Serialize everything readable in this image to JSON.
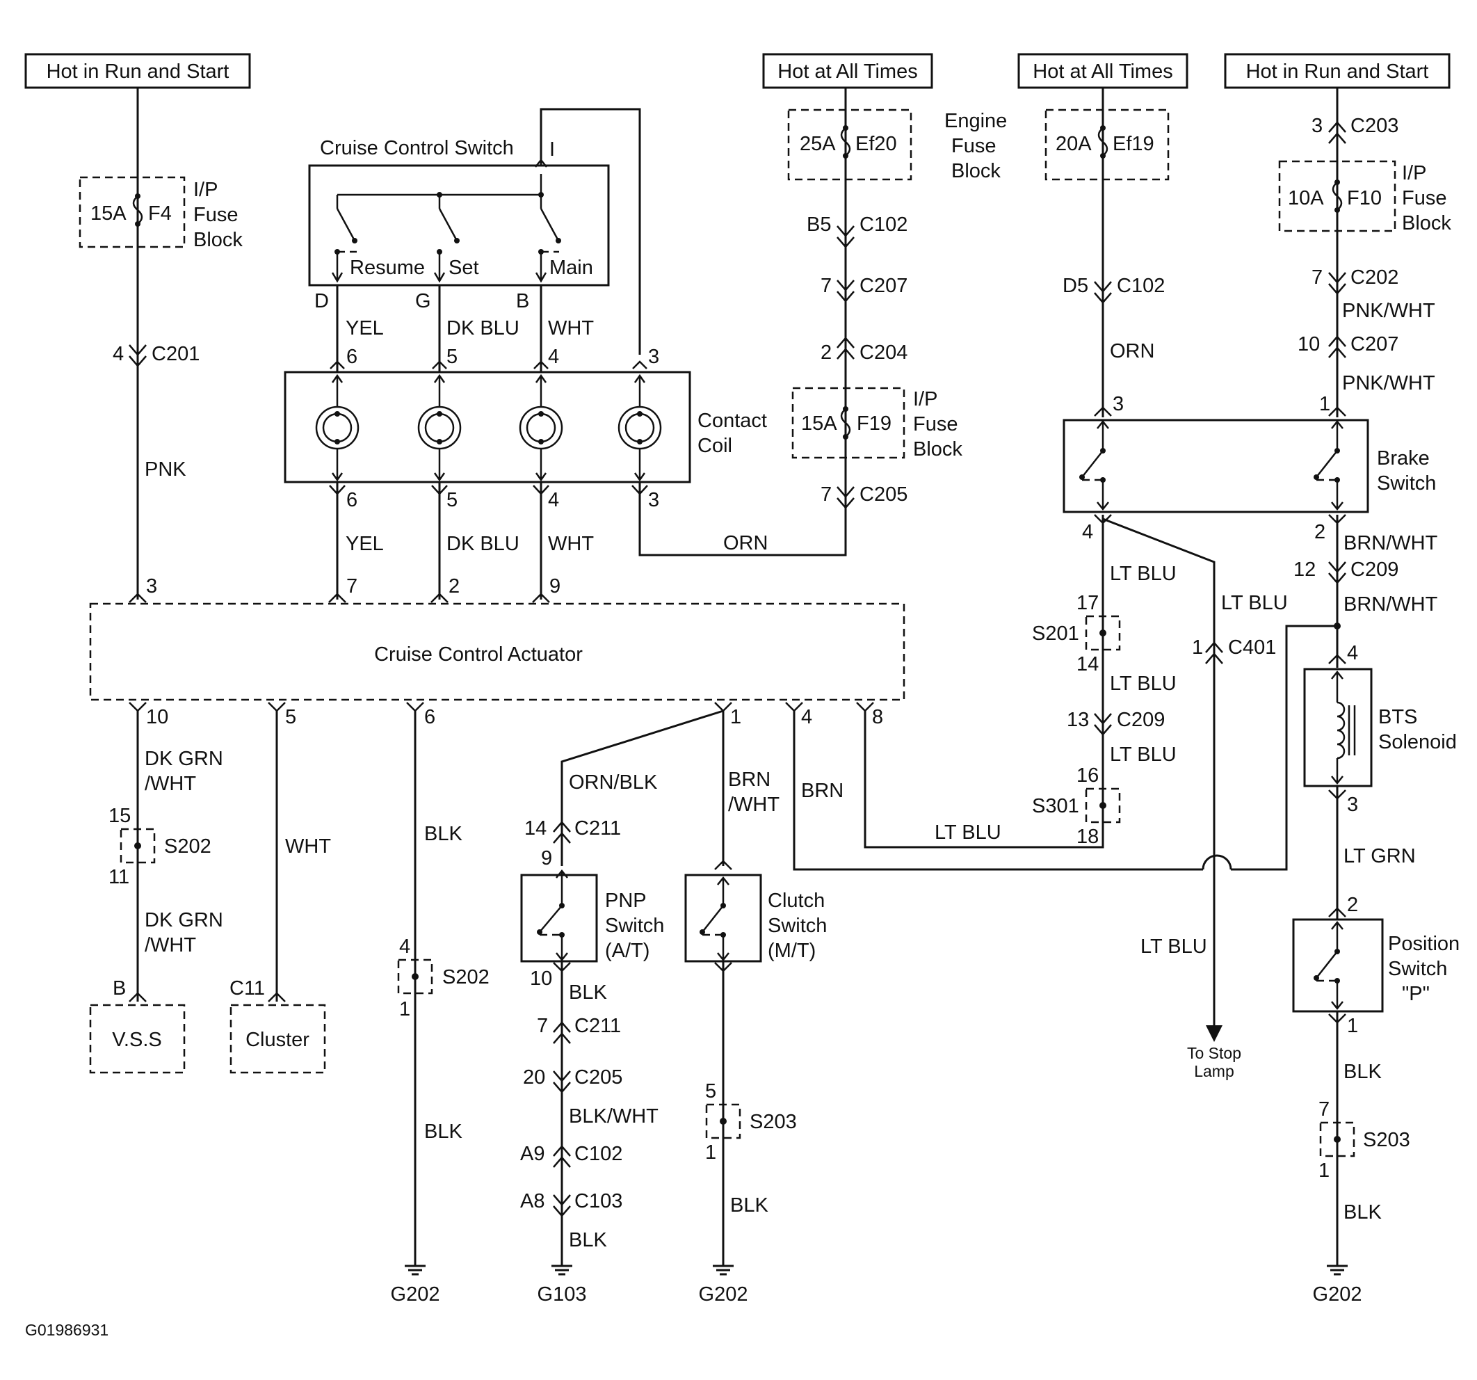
{
  "power_sources": {
    "left": "Hot in Run and Start",
    "engine": "Hot at All Times",
    "brake": "Hot at All Times",
    "right": "Hot in Run and Start"
  },
  "fuses": {
    "f4": {
      "amp": "15A",
      "id": "F4",
      "block": [
        "I/P",
        "Fuse",
        "Block"
      ]
    },
    "ef20": {
      "amp": "25A",
      "id": "Ef20",
      "block": [
        "Engine",
        "Fuse",
        "Block"
      ]
    },
    "f19": {
      "amp": "15A",
      "id": "F19",
      "block": [
        "I/P",
        "Fuse",
        "Block"
      ]
    },
    "ef19": {
      "amp": "20A",
      "id": "Ef19"
    },
    "f10": {
      "amp": "10A",
      "id": "F10",
      "block": [
        "I/P",
        "Fuse",
        "Block"
      ]
    }
  },
  "components": {
    "cruise_switch": "Cruise Control Switch",
    "switch_positions": [
      "Resume",
      "Set",
      "Main"
    ],
    "switch_pins": [
      "D",
      "G",
      "B",
      "I"
    ],
    "contact_coil": [
      "Contact",
      "Coil"
    ],
    "actuator": "Cruise Control Actuator",
    "vss": "V.S.S",
    "cluster": "Cluster",
    "pnp_switch": [
      "PNP",
      "Switch",
      "(A/T)"
    ],
    "clutch_switch": [
      "Clutch",
      "Switch",
      "(M/T)"
    ],
    "brake_switch": [
      "Brake",
      "Switch"
    ],
    "bts_solenoid": [
      "BTS",
      "Solenoid"
    ],
    "position_switch": [
      "Position",
      "Switch",
      "\"P\""
    ],
    "stop_lamp": [
      "To Stop",
      "Lamp"
    ]
  },
  "connectors": {
    "c201": "C201",
    "c102_ef": "C102",
    "c207_ef": "C207",
    "c204": "C204",
    "c205_f19": "C205",
    "c102_ef19": "C102",
    "c203": "C203",
    "c202_top": "C202",
    "c207_r": "C207",
    "c209_r": "C209",
    "c401": "C401",
    "c209_m": "C209",
    "c211_top": "C211",
    "c211_bot": "C211",
    "c205_bot": "C205",
    "c102_bot": "C102",
    "c103": "C103"
  },
  "splices": {
    "s202_a": "S202",
    "s202_b": "S202",
    "s203_a": "S203",
    "s203_b": "S203",
    "s201": "S201",
    "s301": "S301"
  },
  "wires": {
    "pnk": "PNK",
    "yel": "YEL",
    "dk_blu": "DK BLU",
    "wht": "WHT",
    "orn": "ORN",
    "dk_grn_wht": [
      "DK GRN",
      "/WHT"
    ],
    "blk": "BLK",
    "orn_blk": "ORN/BLK",
    "brn_wht_split": [
      "BRN",
      "/WHT"
    ],
    "brn": "BRN",
    "lt_blu": "LT BLU",
    "pnk_wht": "PNK/WHT",
    "brn_wht": "BRN/WHT",
    "lt_grn": "LT GRN",
    "blk_wht": "BLK/WHT"
  },
  "grounds": {
    "g202_a": "G202",
    "g103": "G103",
    "g202_b": "G202",
    "g202_c": "G202"
  },
  "pins": {
    "c201_pin": "4",
    "act3": "3",
    "act7": "7",
    "act2": "2",
    "act9": "9",
    "act10": "10",
    "act5": "5",
    "act6": "6",
    "act1": "1",
    "act4": "4",
    "act8": "8",
    "coil_top": [
      "6",
      "5",
      "4",
      "3"
    ],
    "coil_bot": [
      "6",
      "5",
      "4",
      "3"
    ],
    "s202_top": "15",
    "s202_bot": "11",
    "vss_pin": "B",
    "cluster_pin": "C11",
    "s202b_top": "4",
    "s202b_bot": "1",
    "c211_top": "14",
    "pnp_top": "9",
    "pnp_bot": "10",
    "c211_bot": "7",
    "c205_bot": "20",
    "c102_bot": "A9",
    "c103": "A8",
    "s203a_top": "5",
    "s203a_bot": "1",
    "c102_ef": "B5",
    "c207_ef": "7",
    "c204": "2",
    "c205_f19": "7",
    "c102_ef19": "D5",
    "brk3": "3",
    "brk4": "4",
    "brk1": "1",
    "brk2": "2",
    "c203": "3",
    "c202": "7",
    "c207_r": "10",
    "c209_r": "12",
    "s201_top": "17",
    "s201_bot": "14",
    "c209_m": "13",
    "s301_top": "16",
    "s301_bot": "18",
    "c401": "1",
    "bts_top": "4",
    "bts_bot": "3",
    "pos_top": "2",
    "pos_bot": "1",
    "s203b_top": "7",
    "s203b_bot": "1"
  },
  "diagram_id": "G01986931"
}
